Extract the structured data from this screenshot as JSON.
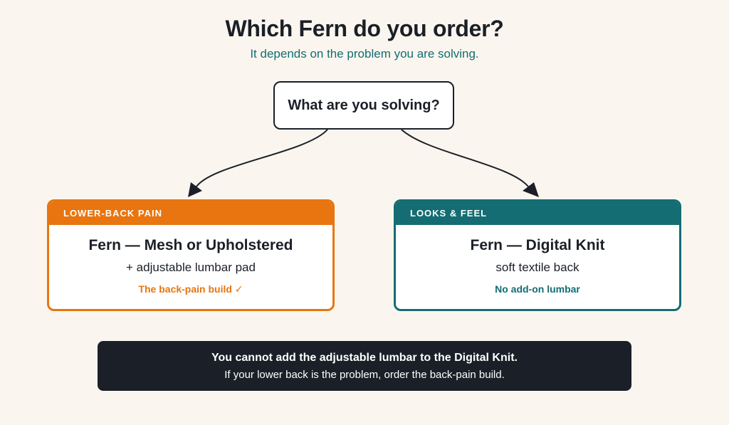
{
  "header": {
    "title": "Which Fern do you order?",
    "subtitle": "It depends on the problem you are solving."
  },
  "question": {
    "label": "What are you solving?"
  },
  "options": [
    {
      "tag": "LOWER-BACK PAIN",
      "title": "Fern — Mesh or Upholstered",
      "detail": "+ adjustable lumbar pad",
      "note": "The back-pain build ✓",
      "accent": "#e8750f"
    },
    {
      "tag": "LOOKS & FEEL",
      "title": "Fern — Digital Knit",
      "detail": "soft textile back",
      "note": "No add-on lumbar",
      "accent": "#136d72"
    }
  ],
  "banner": {
    "line1": "You cannot add the adjustable lumbar to the Digital Knit.",
    "line2": "If your lower back is the problem, order the back-pain build."
  },
  "colors": {
    "background": "#faf6ef",
    "ink": "#1b1f27",
    "orange": "#e8750f",
    "teal": "#136d72"
  }
}
